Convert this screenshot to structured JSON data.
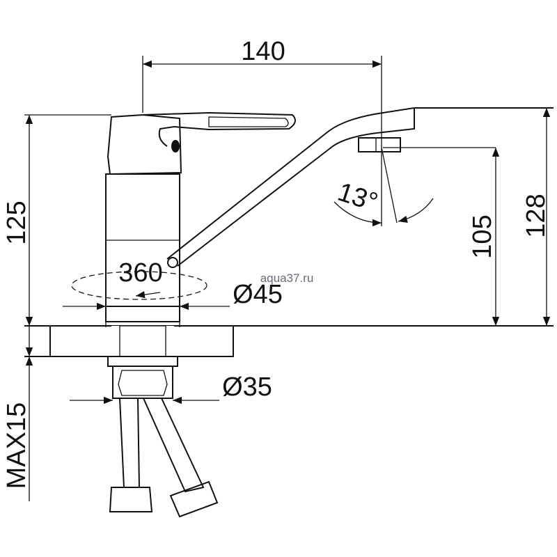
{
  "drawing": {
    "dimensions": {
      "spout_reach": "140",
      "total_height": "125",
      "spout_height": "105",
      "max_height": "128",
      "spout_angle": "13°",
      "rotation": "360",
      "base_diameter": "Ø45",
      "mount_diameter": "Ø35",
      "max_countertop": "MAX15"
    },
    "watermark": "aqua37.ru"
  }
}
